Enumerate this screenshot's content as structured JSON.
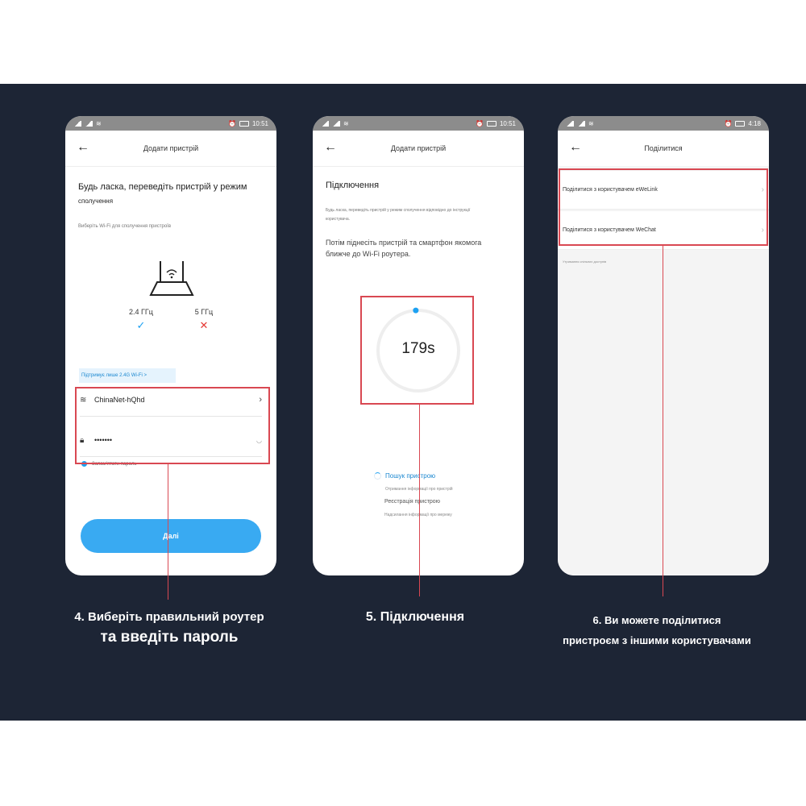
{
  "colors": {
    "background": "#1d2535",
    "accent_blue": "#39aaf2",
    "highlight_red": "#d94852",
    "check_blue": "#1da1f2",
    "cross_red": "#e53935"
  },
  "phone1": {
    "status_time": "10:51",
    "title": "Додати пристрій",
    "heading": "Будь ласка, переведіть пристрій у режим",
    "heading_sub": "сполучення",
    "hint": "Виберіть Wi-Fi для сполучення пристроїв",
    "band_24": {
      "label": "2.4 ГГц",
      "mark": "✓"
    },
    "band_5": {
      "label": "5 ГГц",
      "mark": "✕"
    },
    "support_chip": "Підтримує лише 2.4G Wi-Fi >",
    "wifi_name": "ChinaNet-hQhd",
    "password_masked": "•••••••",
    "remember_label": "Запам'ятати пароль",
    "next_button": "Далі"
  },
  "phone2": {
    "status_time": "10:51",
    "title": "Додати пристрій",
    "heading": "Підключення",
    "small_text": "Будь ласка, переведіть пристрій у режим сполучення відповідно до інструкції користувача.",
    "instruction": "Потім піднесіть пристрій та смартфон якомога ближче до Wi-Fi роутера.",
    "countdown": "179s",
    "countdown_progress": 0.99,
    "steps": {
      "searching": "Пошук пристрою",
      "getting_info": "Отримання інформації про пристрій",
      "registering": "Реєстрація пристрою",
      "sending_info": "Надсилання інформації про мережу"
    }
  },
  "phone3": {
    "status_time": "4:18",
    "title": "Поділитися",
    "items": [
      {
        "label": "Поділитися з користувачем eWeLink"
      },
      {
        "label": "Поділитися з користувачем WeChat"
      }
    ],
    "note": "Утримання спільних доступів"
  },
  "captions": {
    "step4_line1": "4. Виберіть правильний роутер",
    "step4_line2": "та введіть пароль",
    "step5": "5. Підключення",
    "step6_line1": "6. Ви можете поділитися",
    "step6_line2": "пристроєм з іншими користувачами"
  }
}
